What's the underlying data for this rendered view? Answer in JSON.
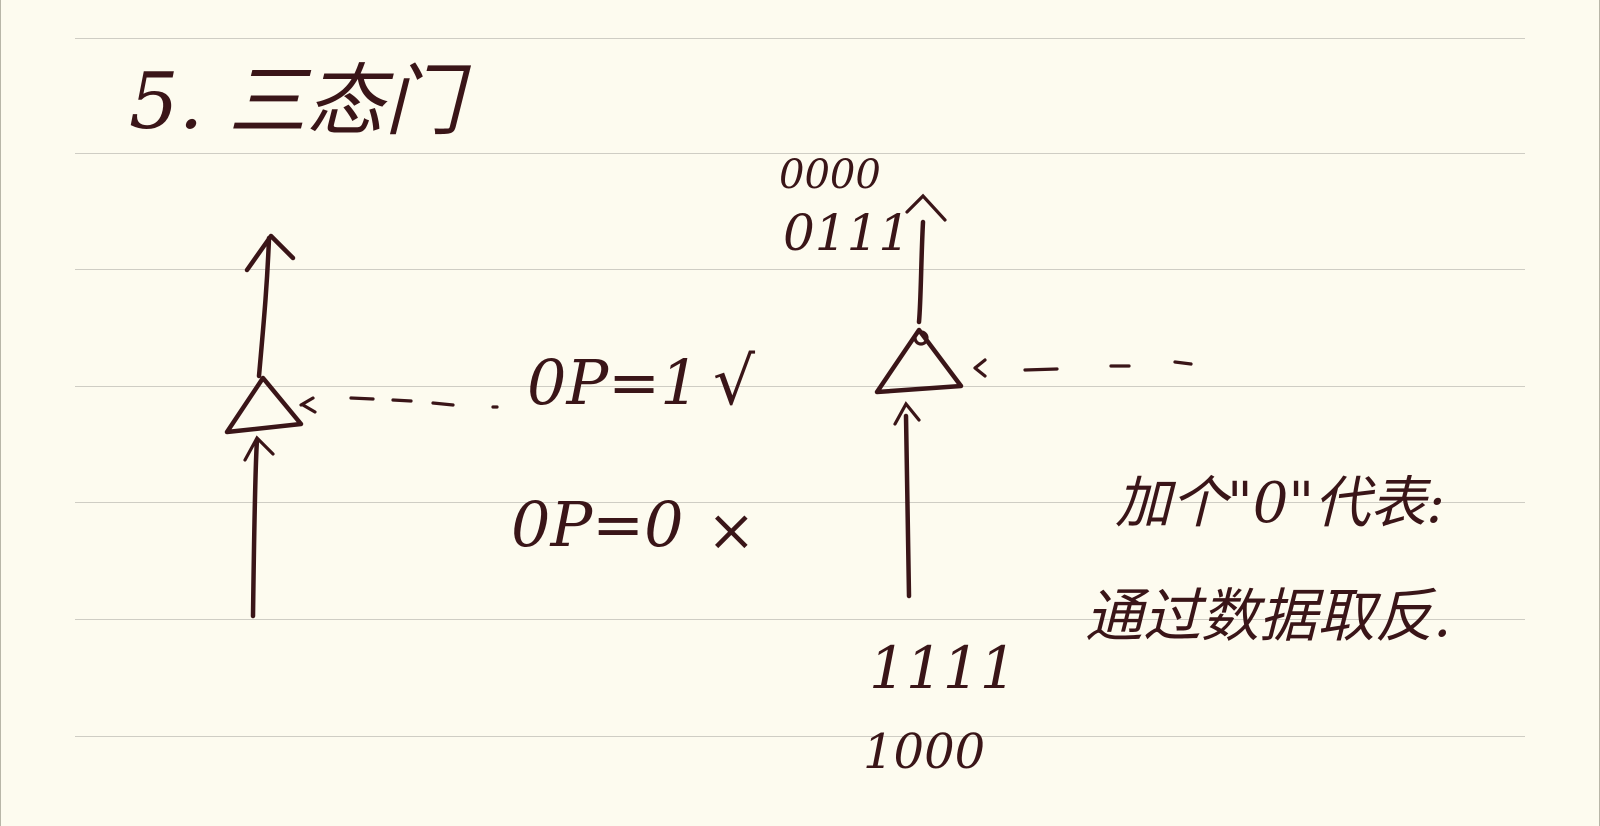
{
  "heading": "5. 三态门",
  "left_gate": {
    "enable_true": "0P=1",
    "enable_true_mark": "√",
    "enable_false": "0P=0",
    "enable_false_mark": "×"
  },
  "right_gate": {
    "output_top": "0000",
    "output_bottom": "0111",
    "input_top": "1111",
    "input_bottom": "1000"
  },
  "note": {
    "line1": "加个\"0\"代表:",
    "line2": "通过数据取反."
  },
  "colors": {
    "paper": "#fdfbef",
    "rule_line": "#cfcdc4",
    "ink": "#3a1518"
  }
}
